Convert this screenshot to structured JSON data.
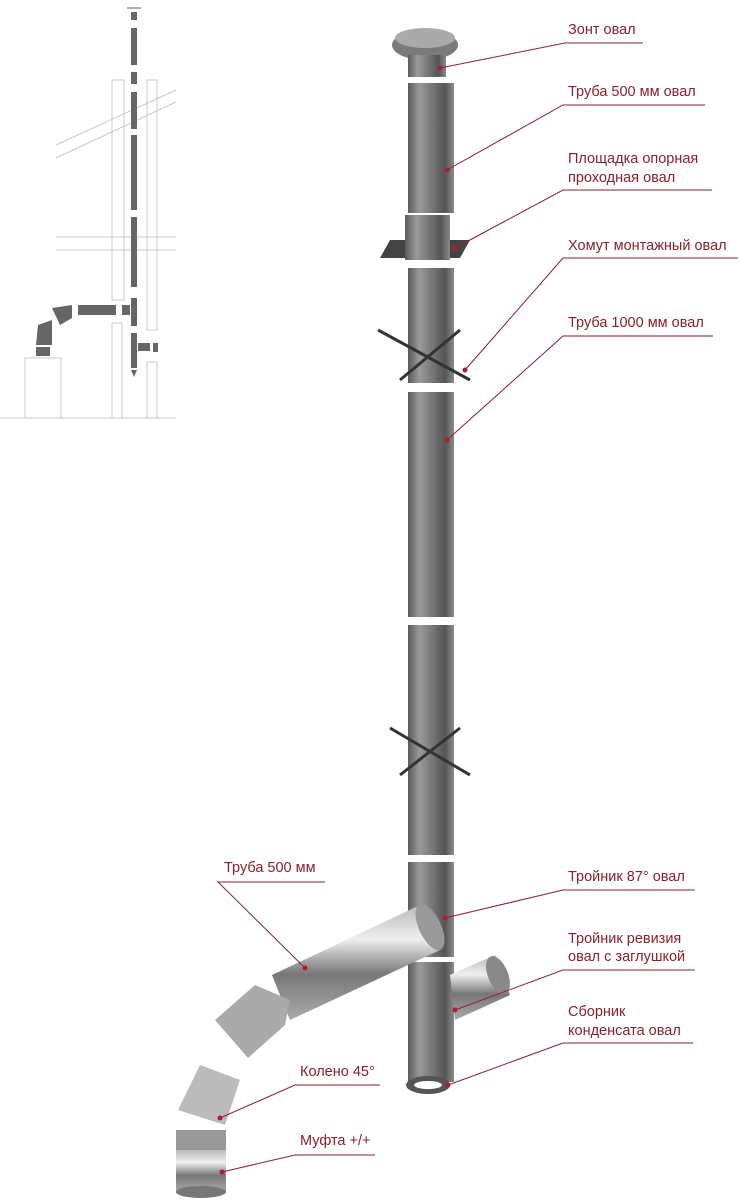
{
  "accent_color": "#8b1f2e",
  "labels": {
    "zont": "Зонт овал",
    "truba500oval": "Труба 500 мм овал",
    "ploshchadka_1": "Площадка опорная",
    "ploshchadka_2": "проходная овал",
    "khomut": "Хомут монтажный овал",
    "truba1000": "Труба 1000 мм овал",
    "troynik87": "Тройник 87° овал",
    "revizia_1": "Тройник ревизия",
    "revizia_2": "овал с заглушкой",
    "sbornik_1": "Сборник",
    "sbornik_2": "конденсата овал",
    "truba500": "Труба 500 мм",
    "koleno": "Колено 45°",
    "mufta": "Муфта +/+"
  }
}
